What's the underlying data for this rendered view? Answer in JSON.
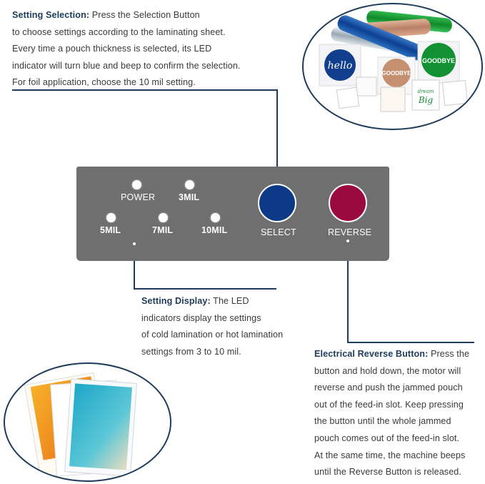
{
  "setting_selection": {
    "title": "Setting Selection:",
    "lines": [
      " Press the Selection Button",
      "to choose settings according to the laminating sheet.",
      "Every time a pouch thickness is selected, its LED",
      "indicator will turn blue and beep to confirm the selection.",
      "For foil application, choose the 10 mil setting."
    ]
  },
  "setting_display": {
    "title": "Setting Display:",
    "lines": [
      " The LED",
      "indicators display the settings",
      "of cold lamination or hot lamination",
      "settings from 3 to 10 mil."
    ]
  },
  "reverse_info": {
    "title": "Electrical Reverse Button:",
    "lines": [
      " Press the",
      "button and hold down, the motor will",
      "reverse and push the jammed pouch",
      "out of the feed-in slot. Keep pressing",
      "the button until the whole jammed",
      "pouch comes out of the feed-in slot.",
      "At the same time, the machine beeps",
      "until the Reverse Button is released."
    ]
  },
  "panel": {
    "power_label": "POWER",
    "mil3_label": "3MIL",
    "mil5_label": "5MIL",
    "mil7_label": "7MIL",
    "mil10_label": "10MIL",
    "select_label": "SELECT",
    "reverse_label": "REVERSE"
  },
  "foil_samples": {
    "hello": "hello",
    "goodbye_a": "GOODBYE",
    "goodbye_b": "GOODBYE",
    "dream": "dream",
    "big": "Big"
  },
  "colors": {
    "panel": "#6f6f6f",
    "select_button": "#0c3a86",
    "reverse_button": "#9a0a3e",
    "leader": "#1f3b5a"
  }
}
